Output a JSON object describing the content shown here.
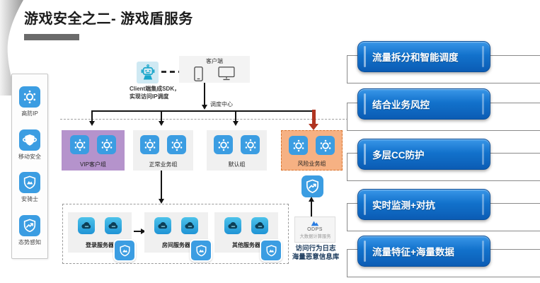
{
  "title": "游戏安全之二- 游戏盾服务",
  "sidebar": {
    "items": [
      {
        "label": "高防IP",
        "icon": "gear-icon"
      },
      {
        "label": "移动安全",
        "icon": "shield-ring-icon"
      },
      {
        "label": "安骑士",
        "icon": "shield-mountain-icon"
      },
      {
        "label": "态势感知",
        "icon": "shield-trend-icon"
      }
    ]
  },
  "diagram": {
    "sdk_note_line1": "Client端集成SDK，",
    "sdk_note_line2": "实现访问IP调度",
    "client_label": "客户端",
    "dispatch_label": "调度中心",
    "groups": [
      {
        "label": "VIP客户组"
      },
      {
        "label": "正常业务组"
      },
      {
        "label": "默认组"
      },
      {
        "label": "风险业务组"
      }
    ],
    "servers": [
      {
        "label": "登录服务器"
      },
      {
        "label": "房间服务器"
      },
      {
        "label": "其他服务器"
      }
    ],
    "odps": {
      "name": "ODPS",
      "desc": "大数据计算服务"
    },
    "odps_note_line1": "访问行为日志",
    "odps_note_line2": "海量恶意信息库"
  },
  "features": [
    {
      "label": "流量拆分和智能调度"
    },
    {
      "label": "结合业务风控"
    },
    {
      "label": "多层CC防护"
    },
    {
      "label": "实时监测+对抗"
    },
    {
      "label": "流量特征+海量数据"
    }
  ],
  "colors": {
    "accent_blue": "#1272cc",
    "icon_blue": "#3b9de2",
    "vip_purple": "#b593cc",
    "risk_orange": "#f6b183",
    "arrow_red": "#b03522"
  }
}
